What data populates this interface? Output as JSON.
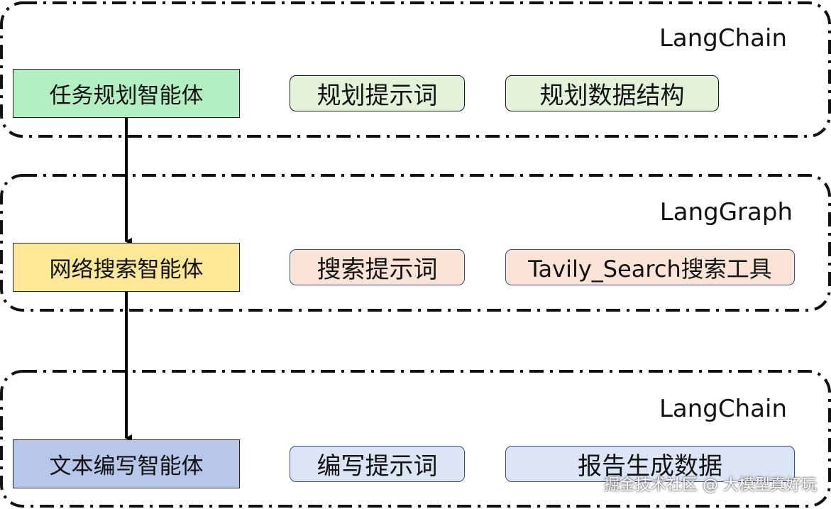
{
  "groups": [
    {
      "framework": "LangChain",
      "agent": "任务规划智能体",
      "items": [
        "规划提示词",
        "规划数据结构"
      ]
    },
    {
      "framework": "LangGraph",
      "agent": "网络搜索智能体",
      "items": [
        "搜索提示词",
        "Tavily_Search搜索工具"
      ]
    },
    {
      "framework": "LangChain",
      "agent": "文本编写智能体",
      "items": [
        "编写提示词",
        "报告生成数据"
      ]
    }
  ],
  "colors": {
    "agent_fill": [
      "#b3f0c1",
      "#fde898",
      "#b6c7e9"
    ],
    "chip_fill": [
      "#e2f3d9",
      "#fbe4d5",
      "#dbe5f5"
    ],
    "chip_border": [
      "#1a1a1a",
      "#3a4f8a",
      "#3a4f8a"
    ],
    "connector": "#000000",
    "group_border": "#111111"
  },
  "watermark": "掘金技术社区 @ 大模型真好玩"
}
